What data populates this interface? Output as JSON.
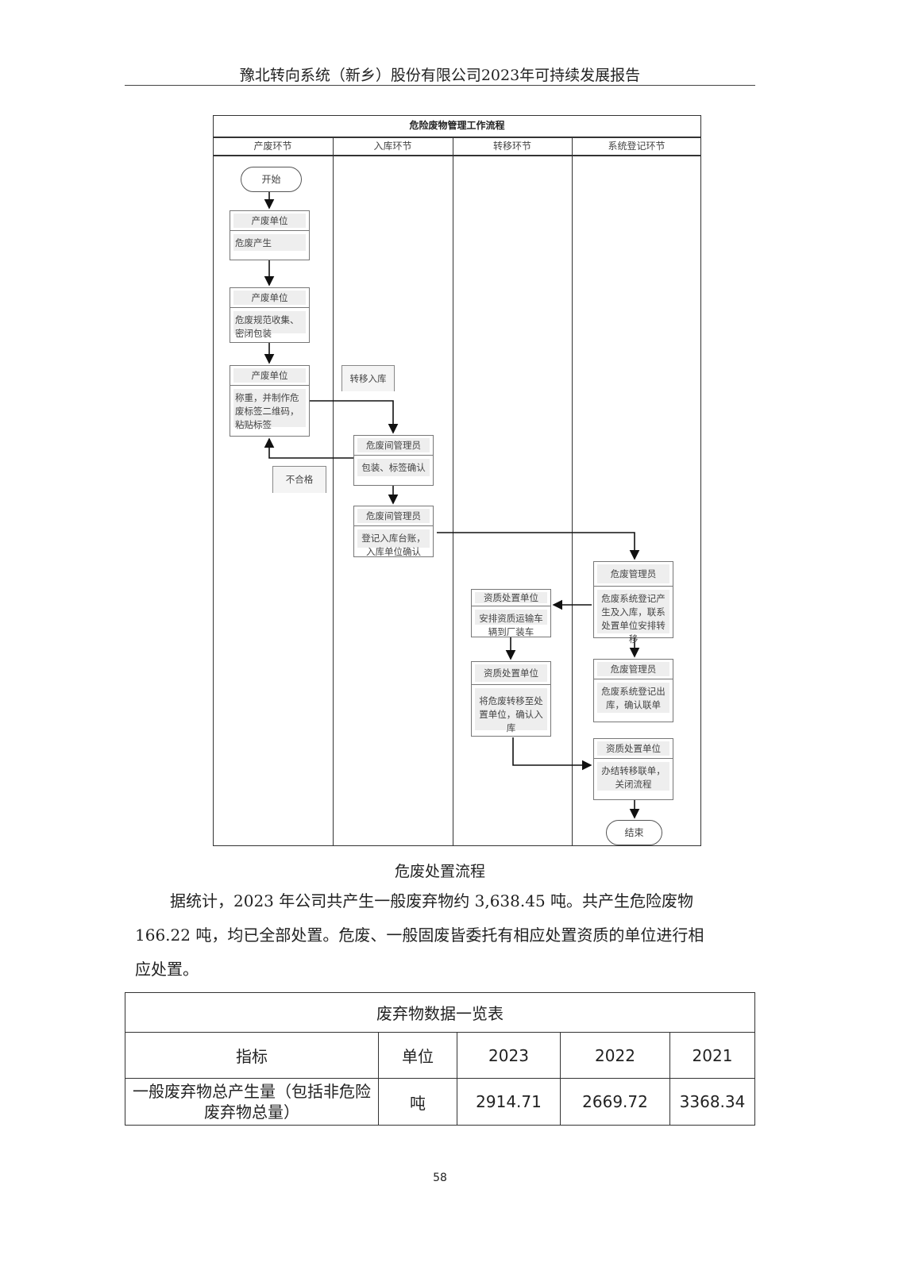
{
  "header": {
    "title": "豫北转向系统（新乡）股份有限公司2023年可持续发展报告"
  },
  "flowchart": {
    "title": "危险废物管理工作流程",
    "lanes": [
      "产废环节",
      "入库环节",
      "转移环节",
      "系统登记环节"
    ],
    "start": "开始",
    "end": "结束",
    "doc_transfer": "转移入库",
    "doc_reject": "不合格",
    "boxes": [
      {
        "role": "产废单位",
        "text": "危废产生"
      },
      {
        "role": "产废单位",
        "text": "危废规范收集、密闭包装"
      },
      {
        "role": "产废单位",
        "text": "称重，并制作危废标签二维码，粘贴标签"
      },
      {
        "role": "危废间管理员",
        "text": "包装、标签确认"
      },
      {
        "role": "危废间管理员",
        "text": "登记入库台账，入库单位确认"
      },
      {
        "role": "危废管理员",
        "text": "危废系统登记产生及入库，联系处置单位安排转移"
      },
      {
        "role": "资质处置单位",
        "text": "安排资质运输车辆到厂装车"
      },
      {
        "role": "资质处置单位",
        "text": "将危废转移至处置单位，确认入库"
      },
      {
        "role": "危废管理员",
        "text": "危废系统登记出库，确认联单"
      },
      {
        "role": "资质处置单位",
        "text": "办结转移联单，关闭流程"
      }
    ]
  },
  "caption": "危废处置流程",
  "paragraph": {
    "line1": "据统计，2023 年公司共产生一般废弃物约 3,638.45 吨。共产生危险废物",
    "line2": "166.22 吨，均已全部处置。危废、一般固废皆委托有相应处置资质的单位进行相",
    "line3": "应处置。"
  },
  "table": {
    "title": "废弃物数据一览表",
    "headers": [
      "指标",
      "单位",
      "2023",
      "2022",
      "2021"
    ],
    "rows": [
      [
        "一般废弃物总产生量（包括非危险废弃物总量）",
        "吨",
        "2914.71",
        "2669.72",
        "3368.34"
      ]
    ]
  },
  "page_number": "58"
}
